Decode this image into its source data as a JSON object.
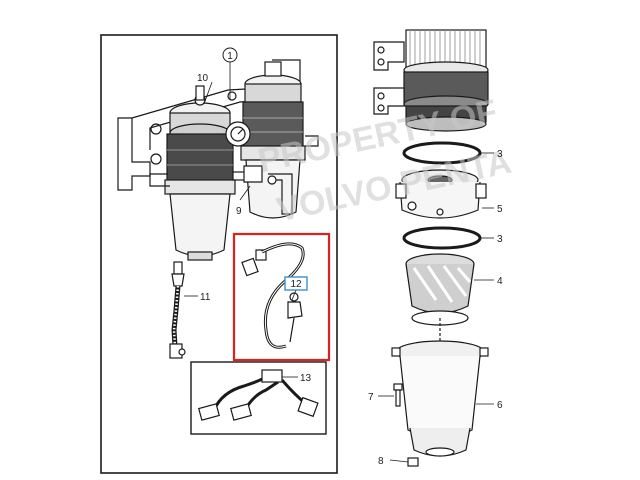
{
  "watermark": {
    "line1": "PROPERTY OF",
    "line2": "VOLVO PENTA"
  },
  "callouts": {
    "c1": "1",
    "c10": "10",
    "c9": "9",
    "c11": "11",
    "c12": "12",
    "c13": "13",
    "c3a": "3",
    "c3b": "3",
    "c4": "4",
    "c5": "5",
    "c6": "6",
    "c7": "7",
    "c8": "8"
  },
  "colors": {
    "line": "#1a1a1a",
    "highlight": "#e02020",
    "callout_box": "#3a8fd0"
  }
}
